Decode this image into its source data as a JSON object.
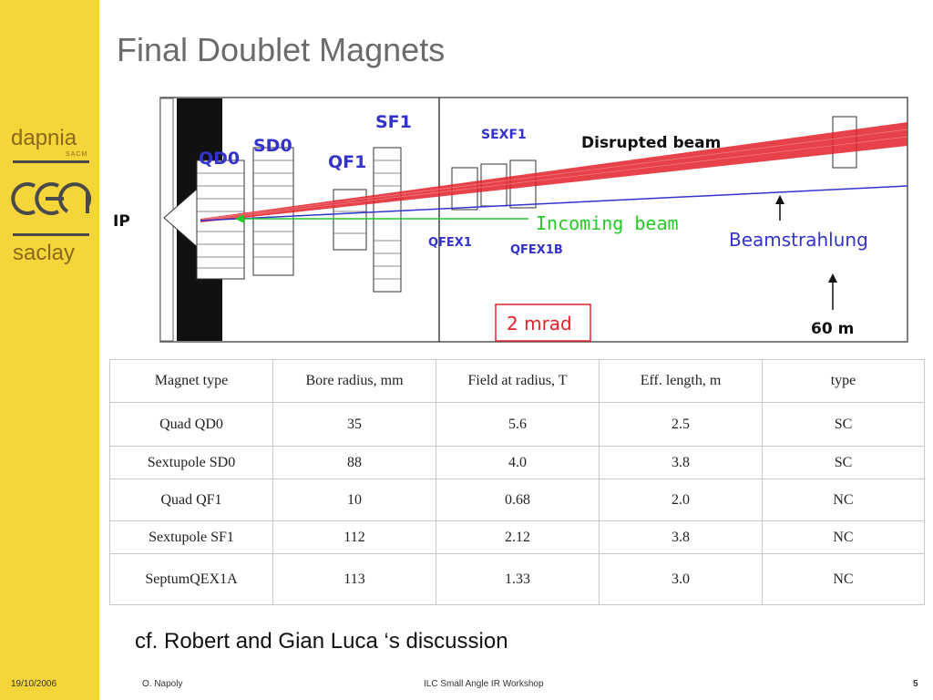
{
  "title": "Final Doublet Magnets",
  "sidebar": {
    "logo_dapnia": "dapnia",
    "logo_sub": "SACM",
    "logo_saclay": "saclay"
  },
  "figure": {
    "labels": {
      "ip": "IP",
      "qd0": "QD0",
      "sd0": "SD0",
      "qf1": "QF1",
      "sf1": "SF1",
      "sexf1": "SEXF1",
      "disrupted_beam": "Disrupted beam",
      "incoming_beam": "Incoming beam",
      "beamstrahlung": "Beamstrahlung",
      "qfex1": "QFEX1",
      "qfex1b": "QFEX1B",
      "angle": "2 mrad",
      "distance": "60 m"
    },
    "colors": {
      "disrupted_beam": "#e3202a",
      "incoming_beam": "#22cc22",
      "beamstrahlung": "#3333cc",
      "label_blue": "#3333cc",
      "angle_box": "#e3202a"
    }
  },
  "table": {
    "headers": [
      "Magnet type",
      "Bore radius, mm",
      "Field at radius, T",
      "Eff. length, m",
      "type"
    ],
    "rows": [
      [
        "Quad QD0",
        "35",
        "5.6",
        "2.5",
        "SC"
      ],
      [
        "Sextupole SD0",
        "88",
        "4.0",
        "3.8",
        "SC"
      ],
      [
        "Quad QF1",
        "10",
        "0.68",
        "2.0",
        "NC"
      ],
      [
        "Sextupole SF1",
        "112",
        "2.12",
        "3.8",
        "NC"
      ],
      [
        "SeptumQEX1A",
        "113",
        "1.33",
        "3.0",
        "NC"
      ]
    ]
  },
  "caption": "cf. Robert and Gian Luca ‘s discussion",
  "footer": {
    "date": "19/10/2006",
    "author": "O. Napoly",
    "event": "ILC Small Angle IR Workshop",
    "page": "5"
  }
}
